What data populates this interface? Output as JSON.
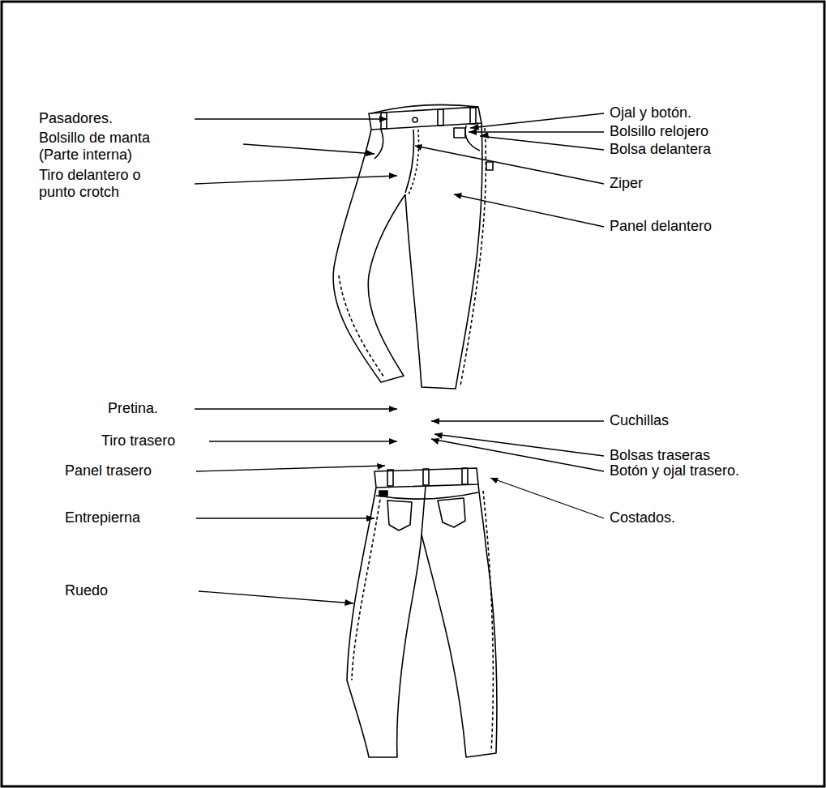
{
  "diagram": {
    "labels": [
      "Ojal y botón.",
      "Pasadores.",
      "Bolsillo relojero",
      "Bolsillo de manta (Parte interna)",
      "Bolsa delantera",
      "Tiro delantero o punto crotch",
      "Ziper",
      "Panel delantero",
      "Pretina.",
      "Cuchillas",
      "Tiro trasero",
      "Bolsas traseras",
      "Panel trasero",
      "Botón y ojal trasero.",
      "Entrepierna",
      "Costados.",
      "Ruedo"
    ]
  }
}
